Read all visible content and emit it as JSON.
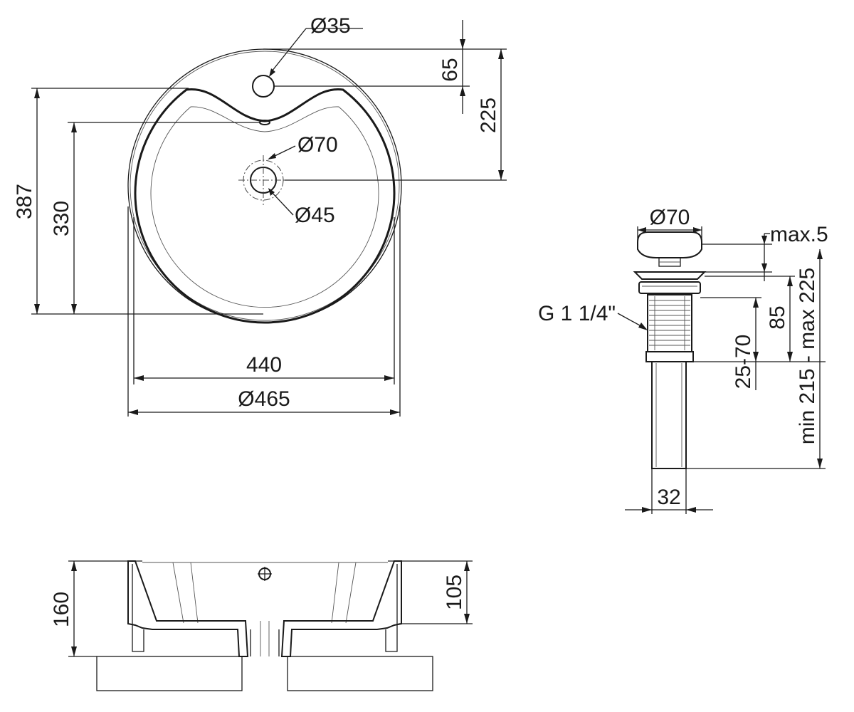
{
  "top_view": {
    "dim_tap_hole": "Ø35",
    "dim_tap_offset": "65",
    "dim_drain_offset": "225",
    "dim_total_depth": "387",
    "dim_inner_depth": "330",
    "dim_drain_outer": "Ø70",
    "dim_drain_inner": "Ø45",
    "dim_inner_width": "440",
    "dim_outer_diameter": "Ø465"
  },
  "drain": {
    "dim_cap_diameter": "Ø70",
    "dim_cap_rise": "max.5",
    "dim_thread_length": "85",
    "dim_clamp_range": "25-70",
    "dim_total_length": "min 215 - max 225",
    "dim_pipe_diameter": "32",
    "thread_label": "G 1 1/4\""
  },
  "side_view": {
    "dim_total_height": "160",
    "dim_bowl_depth": "105"
  },
  "colors": {
    "line": "#1a1a1a",
    "hatch": "#555555",
    "background": "#ffffff"
  }
}
